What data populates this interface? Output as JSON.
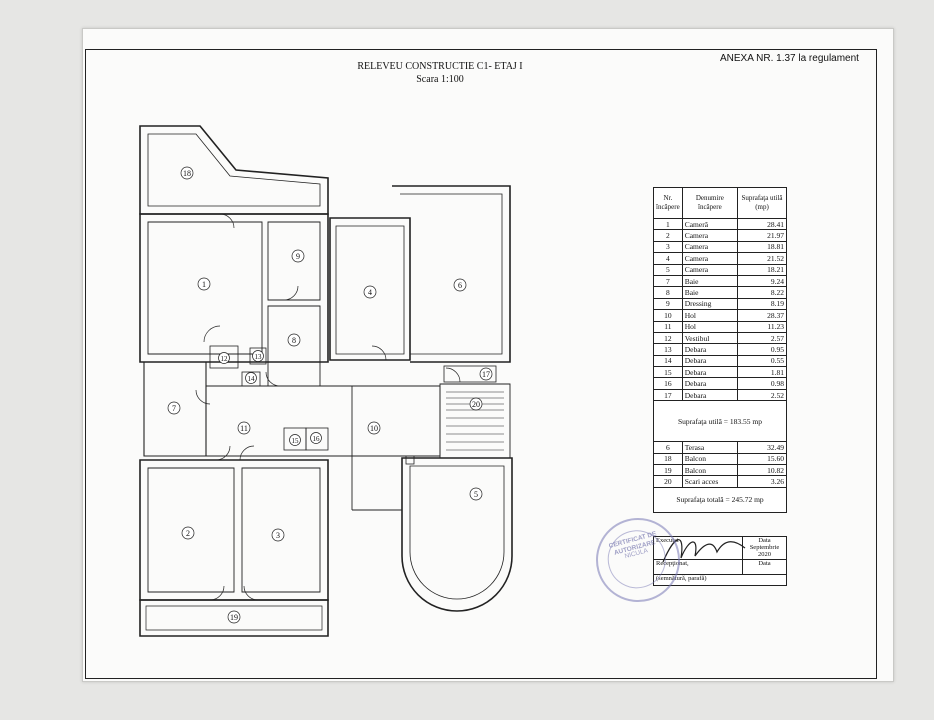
{
  "header": {
    "annex": "ANEXA NR. 1.37 la regulament",
    "title": "RELEVEU CONSTRUCTIE C1- ETAJ I",
    "scale": "Scara 1:100"
  },
  "rooms_table": {
    "headers": [
      "Nr. încăpere",
      "Denumire încăpere",
      "Suprafaţa utilă (mp)"
    ],
    "rows": [
      [
        "1",
        "Cameră",
        "28.41"
      ],
      [
        "2",
        "Camera",
        "21.97"
      ],
      [
        "3",
        "Camera",
        "18.81"
      ],
      [
        "4",
        "Camera",
        "21.52"
      ],
      [
        "5",
        "Camera",
        "18.21"
      ],
      [
        "7",
        "Baie",
        "9.24"
      ],
      [
        "8",
        "Baie",
        "8.22"
      ],
      [
        "9",
        "Dressing",
        "8.19"
      ],
      [
        "10",
        "Hol",
        "28.37"
      ],
      [
        "11",
        "Hol",
        "11.23"
      ],
      [
        "12",
        "Vestibul",
        "2.57"
      ],
      [
        "13",
        "Debara",
        "0.95"
      ],
      [
        "14",
        "Debara",
        "0.55"
      ],
      [
        "15",
        "Debara",
        "1.81"
      ],
      [
        "16",
        "Debara",
        "0.98"
      ],
      [
        "17",
        "Debara",
        "2.52"
      ]
    ],
    "useful_total": "Suprafaţa utilă = 183.55 mp",
    "rows2": [
      [
        "6",
        "Terasa",
        "32.49"
      ],
      [
        "18",
        "Balcon",
        "15.60"
      ],
      [
        "19",
        "Balcon",
        "10.82"
      ],
      [
        "20",
        "Scari acces",
        "3.26"
      ]
    ],
    "total": "Suprafaţa totală = 245.72 mp"
  },
  "signature_block": {
    "executed": "Executat",
    "date_label": "Data",
    "date_value": "Septembrie 2020",
    "received": "Recepţionat,",
    "date_label2": "Data",
    "footer": "(semnătură, parafă)"
  },
  "stamp": {
    "line1": "CERTIFICAT DE AUTORIZARE",
    "line2": "NICULA"
  },
  "plan_labels": [
    "1",
    "2",
    "3",
    "4",
    "5",
    "6",
    "7",
    "8",
    "9",
    "10",
    "11",
    "12",
    "13",
    "14",
    "15",
    "16",
    "17",
    "18",
    "19",
    "20"
  ],
  "colors": {
    "ink": "#222222",
    "stamp": "#7a7ab4",
    "paper": "#fbfbfa"
  }
}
